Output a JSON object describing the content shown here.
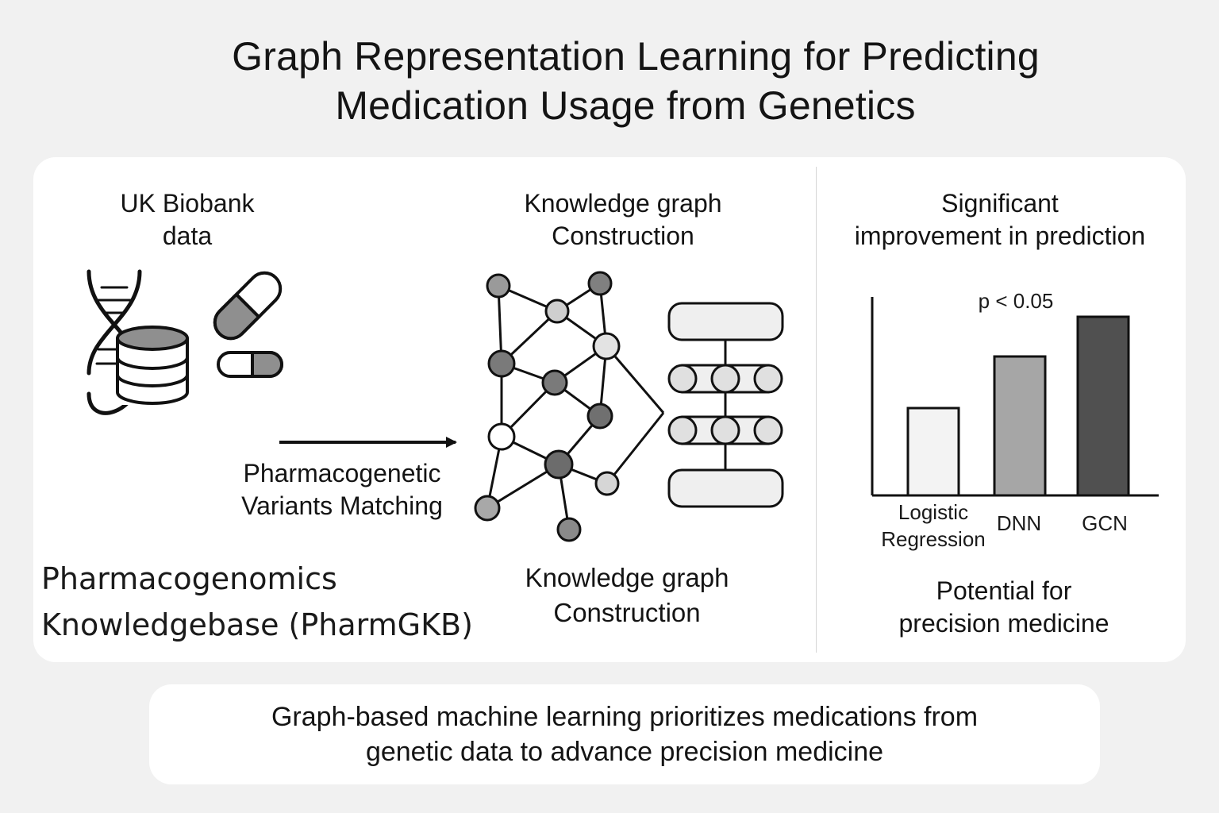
{
  "title": {
    "line1": "Graph Representation Learning for Predicting",
    "line2": "Medication Usage from Genetics"
  },
  "left": {
    "source_line1": "UK Biobank",
    "source_line2": "data",
    "arrow_label_line1": "Pharmacogenetic",
    "arrow_label_line2": "Variants Matching",
    "kb_line1": "Pharmacogenomics",
    "kb_line2": "Knowledgebase (PharmGKB)",
    "icons": [
      "dna-icon",
      "database-icon",
      "capsule-icon"
    ]
  },
  "middle": {
    "heading_line1": "Knowledge graph",
    "heading_line2": "Construction",
    "caption_line1": "Knowledge graph",
    "caption_line2": "Construction"
  },
  "right": {
    "heading_line1": "Significant",
    "heading_line2": "improvement in prediction",
    "significance": "p < 0.05",
    "bottom_line1": "Potential for",
    "bottom_line2": "precision medicine"
  },
  "chart_data": {
    "type": "bar",
    "categories": [
      "Logistic Regression",
      "DNN",
      "GCN"
    ],
    "values": [
      44,
      70,
      90
    ],
    "ylim": [
      0,
      100
    ],
    "colors": [
      "#f3f3f3",
      "#a6a6a6",
      "#505050"
    ],
    "annotation": "p < 0.05",
    "title": "",
    "xlabel": "",
    "ylabel": ""
  },
  "footer": {
    "line1": "Graph-based machine learning prioritizes medications from",
    "line2": "genetic data to advance precision medicine"
  }
}
